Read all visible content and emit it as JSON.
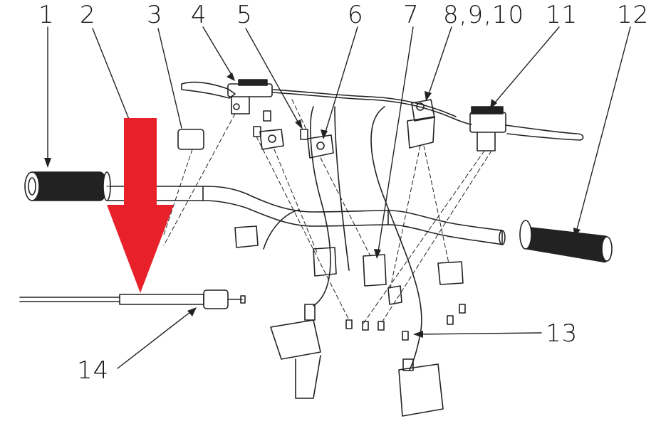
{
  "callouts": {
    "c1": "1",
    "c2": "2",
    "c3": "3",
    "c4": "4",
    "c5": "5",
    "c6": "6",
    "c7": "7",
    "c8": "8,9,10",
    "c11": "11",
    "c12": "12",
    "c13": "13",
    "c14": "14"
  },
  "highlight_color": "#e8202a",
  "line_color": "#222222"
}
